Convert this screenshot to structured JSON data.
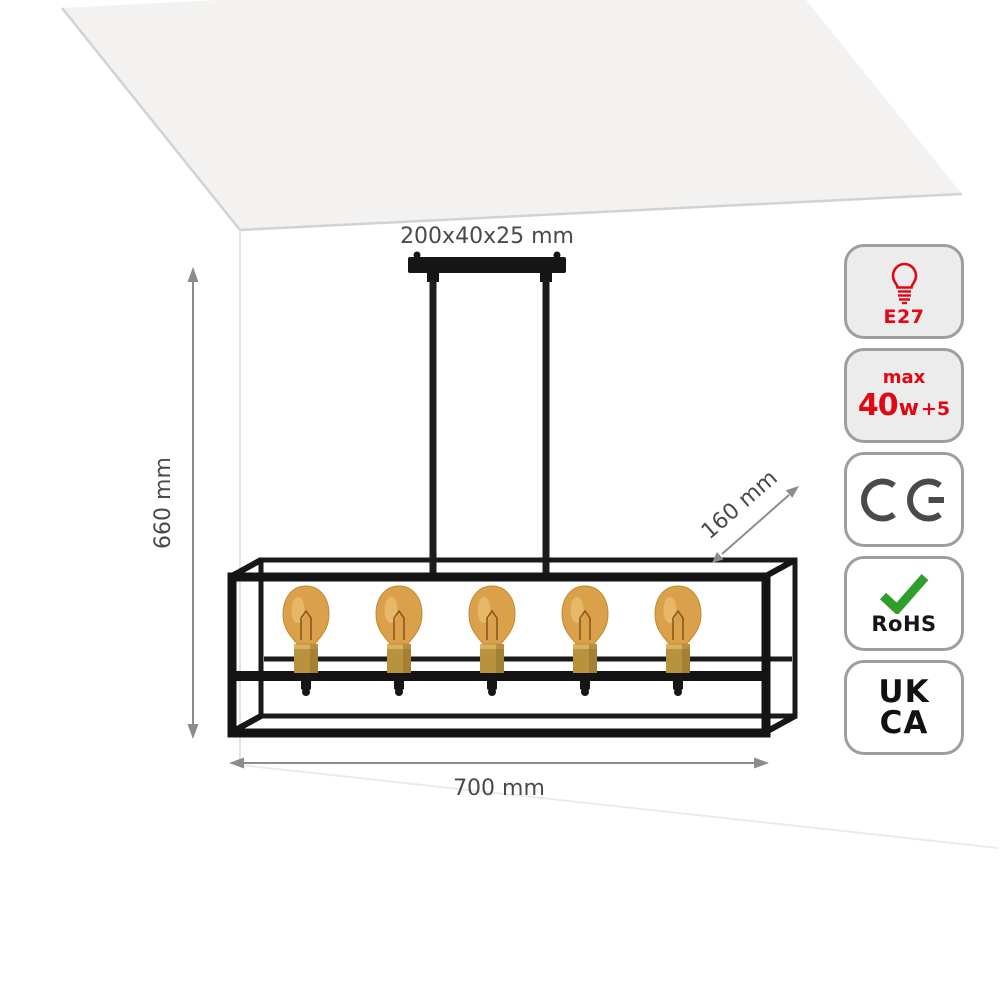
{
  "dimensions": {
    "plate": "200x40x25 mm",
    "height": "660 mm",
    "depth": "160 mm",
    "width": "700 mm"
  },
  "badges": {
    "e27": {
      "label": "E27"
    },
    "max_wattage": {
      "prefix": "max",
      "value": "40",
      "unit": "w",
      "count": "+5"
    },
    "ce": {
      "label": "CE"
    },
    "rohs": {
      "label": "RoHS"
    },
    "ukca": {
      "line1": "UK",
      "line2": "CA"
    }
  },
  "colors": {
    "accent_red": "#e30613",
    "frame_black": "#161616",
    "brass": "#b8923c",
    "amber_glass": "#dba14a",
    "check_green": "#2f9e2f",
    "dimension_gray": "#8c8c8c",
    "badge_border": "#9e9e9e",
    "badge_gray_bg": "#ececec",
    "ceiling_gray": "#f3f2f1"
  }
}
